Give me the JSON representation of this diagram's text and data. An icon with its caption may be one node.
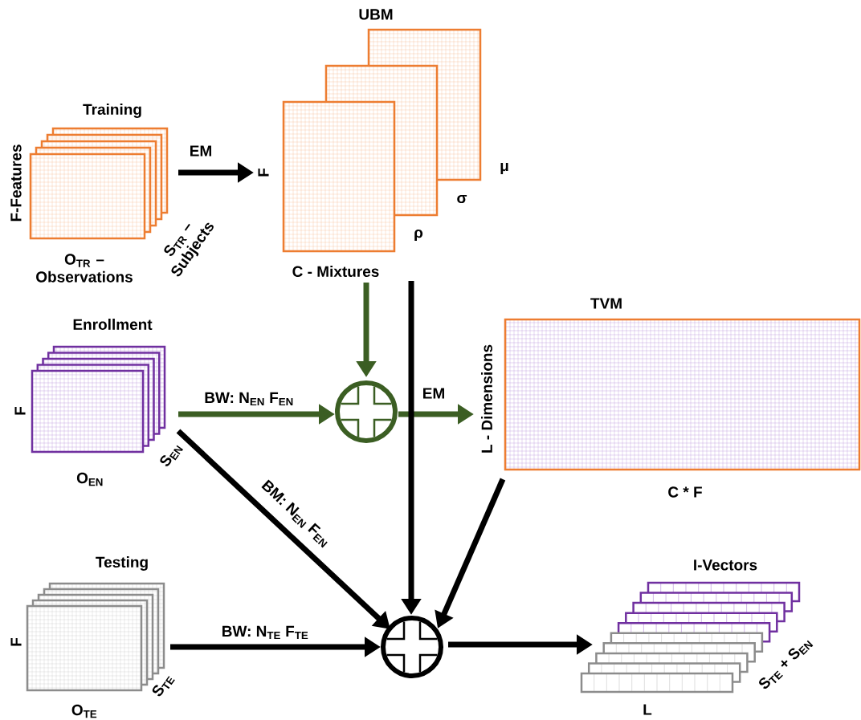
{
  "diagram": {
    "nodes": [
      {
        "text": [
          "Training"
        ],
        "beside": [
          "F-Features",
          "O$_{TR}$ – Observations",
          "S$_{TR}$ – Subjects"
        ]
      },
      {
        "text": [
          "UBM",
          "μ",
          "σ",
          "ρ"
        ],
        "beside": [
          "F",
          "C - Mixtures"
        ]
      },
      {
        "text": [
          "Enrollment"
        ],
        "beside": [
          "F",
          "O$_{EN}$",
          "S$_{EN}$"
        ]
      },
      {
        "text": [],
        "shape": "circle"
      },
      {
        "text": [
          "TVM"
        ],
        "beside": [
          "L - Dimensions",
          "C * F"
        ]
      },
      {
        "text": [
          "Testing"
        ],
        "beside": [
          "F",
          "O$_{TE}$",
          "S$_{TE}$"
        ]
      },
      {
        "text": [],
        "shape": "circle"
      },
      {
        "text": [
          "I-Vectors",
          "S$_{TE}$ + S$_{EN}$"
        ],
        "beside": [
          "L"
        ]
      }
    ],
    "edges": [
      {
        "from": 0,
        "to": 1,
        "arrow": "to",
        "label": "EM"
      },
      {
        "from": 1,
        "to": 3,
        "arrow": "to",
        "color": "#3b5e23"
      },
      {
        "from": 2,
        "to": 3,
        "arrow": "to",
        "color": "#3b5e23",
        "label": "BW: N$_{EN}$ F$_{EN}$"
      },
      {
        "from": 3,
        "to": 4,
        "arrow": "to",
        "color": "#3b5e23",
        "label": "EM"
      },
      {
        "from": 1,
        "to": 6,
        "arrow": "to"
      },
      {
        "from": 2,
        "to": 6,
        "arrow": "to",
        "label": "BM: N$_{EN}$ F$_{EN}$"
      },
      {
        "from": 4,
        "to": 6,
        "arrow": "to"
      },
      {
        "from": 5,
        "to": 6,
        "arrow": "to",
        "label": "BW: N$_{TE}$ F$_{TE}$"
      },
      {
        "from": 6,
        "to": 7,
        "arrow": "to"
      }
    ]
  }
}
